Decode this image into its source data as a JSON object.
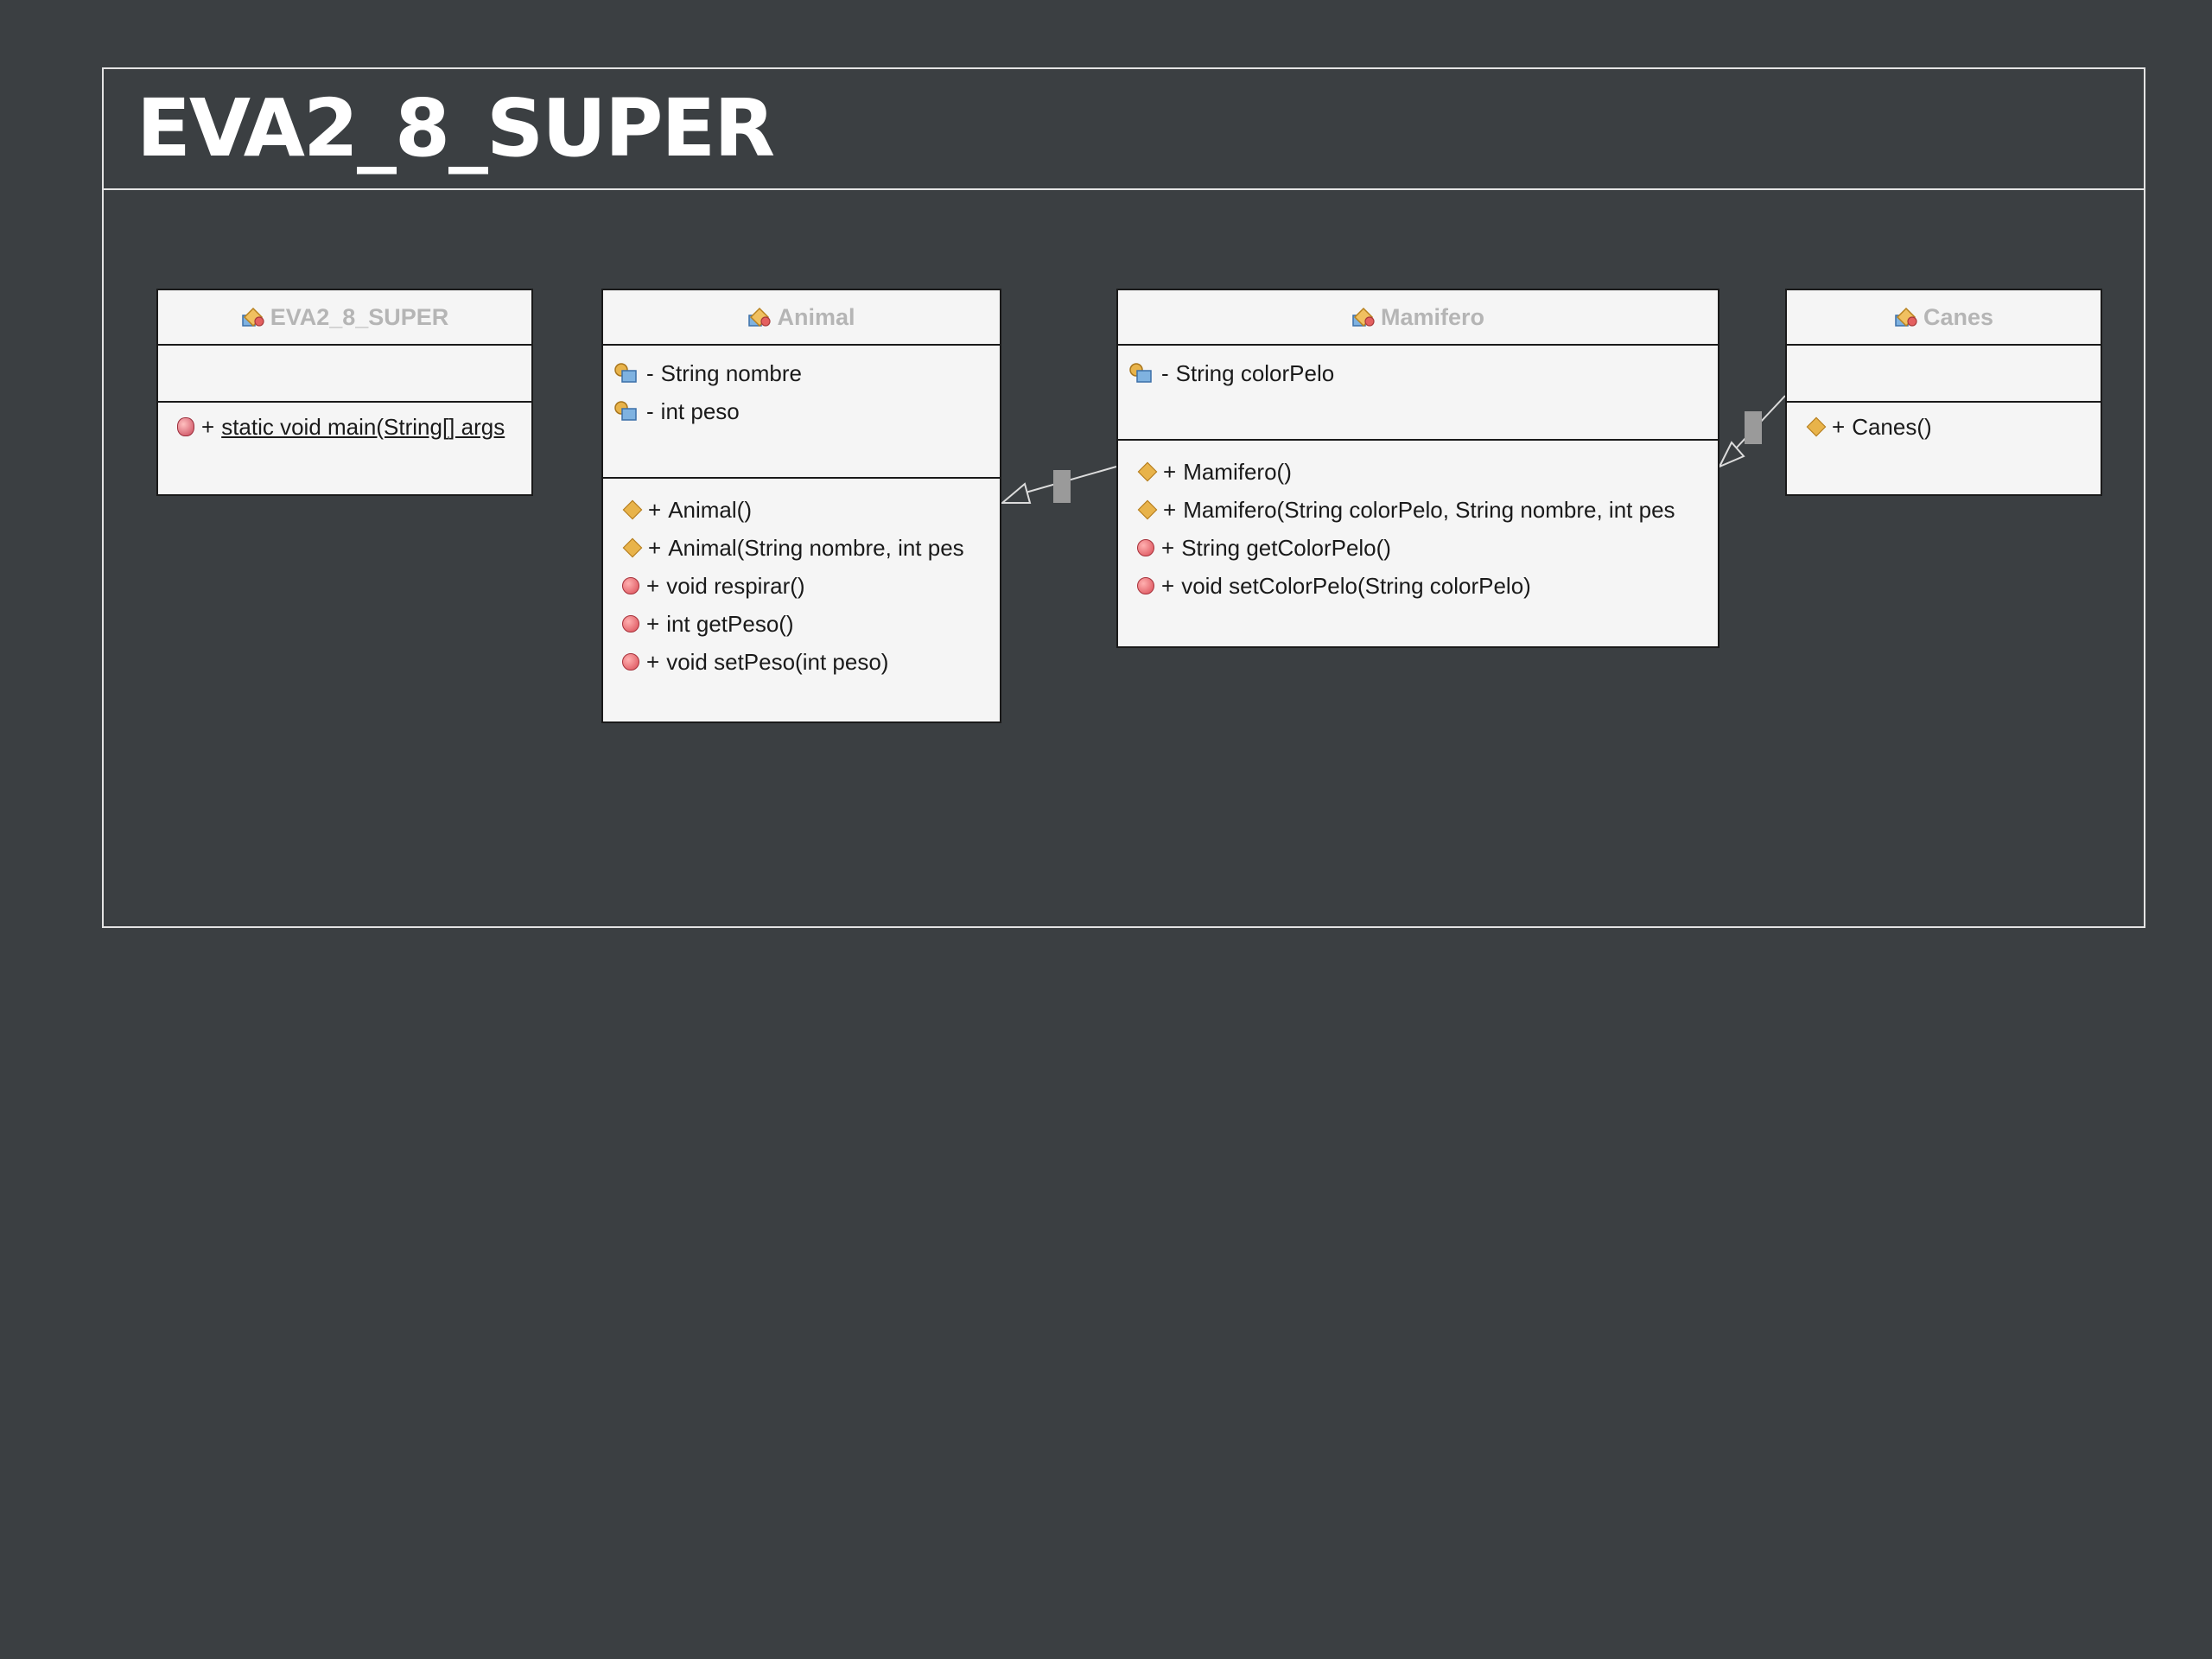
{
  "slide": {
    "title": "EVA2_8_SUPER"
  },
  "classes": {
    "main": {
      "name": "EVA2_8_SUPER",
      "operations": [
        {
          "vis": "+",
          "text": "static void main(String[] args"
        }
      ]
    },
    "animal": {
      "name": "Animal",
      "attributes": [
        {
          "vis": "-",
          "text": "String nombre"
        },
        {
          "vis": "-",
          "text": "int peso"
        }
      ],
      "operations": [
        {
          "vis": "+",
          "text": "Animal()"
        },
        {
          "vis": "+",
          "text": "Animal(String nombre, int pes"
        },
        {
          "vis": "+",
          "text": "void respirar()"
        },
        {
          "vis": "+",
          "text": "int getPeso()"
        },
        {
          "vis": "+",
          "text": "void setPeso(int peso)"
        }
      ]
    },
    "mamifero": {
      "name": "Mamifero",
      "attributes": [
        {
          "vis": "-",
          "text": "String colorPelo"
        }
      ],
      "operations": [
        {
          "vis": "+",
          "text": "Mamifero()"
        },
        {
          "vis": "+",
          "text": "Mamifero(String colorPelo, String nombre, int pes"
        },
        {
          "vis": "+",
          "text": "String getColorPelo()"
        },
        {
          "vis": "+",
          "text": "void setColorPelo(String colorPelo)"
        }
      ]
    },
    "canes": {
      "name": "Canes",
      "operations": [
        {
          "vis": "+",
          "text": "Canes()"
        }
      ]
    }
  },
  "relations": [
    {
      "type": "generalization",
      "from": "Mamifero",
      "to": "Animal"
    },
    {
      "type": "generalization",
      "from": "Canes",
      "to": "Mamifero"
    }
  ],
  "colors": {
    "background": "#3b3f42",
    "frame": "#e4e4e4",
    "class_fill": "#f5f5f5",
    "class_name": "#b5b5b5",
    "connector": "#dcdcdc"
  }
}
